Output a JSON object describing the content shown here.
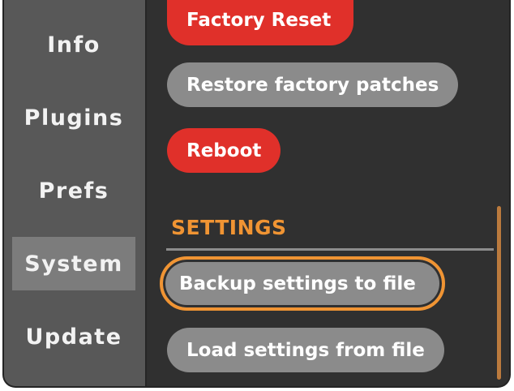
{
  "sidebar": {
    "items": [
      {
        "label": "Info"
      },
      {
        "label": "Plugins"
      },
      {
        "label": "Prefs"
      },
      {
        "label": "System",
        "selected": true
      },
      {
        "label": "Update"
      }
    ]
  },
  "system": {
    "buttons": {
      "factory_reset": "Factory Reset",
      "restore_patches": "Restore factory patches",
      "reboot": "Reboot"
    },
    "settings": {
      "title": "SETTINGS",
      "backup": "Backup settings to file",
      "load": "Load settings from file"
    }
  },
  "colors": {
    "danger": "#e0302a",
    "neutral_button": "#8b8b8b",
    "accent": "#f09433",
    "sidebar_bg": "#585858",
    "selected_bg": "#7c7c7c",
    "content_bg": "#303030"
  }
}
